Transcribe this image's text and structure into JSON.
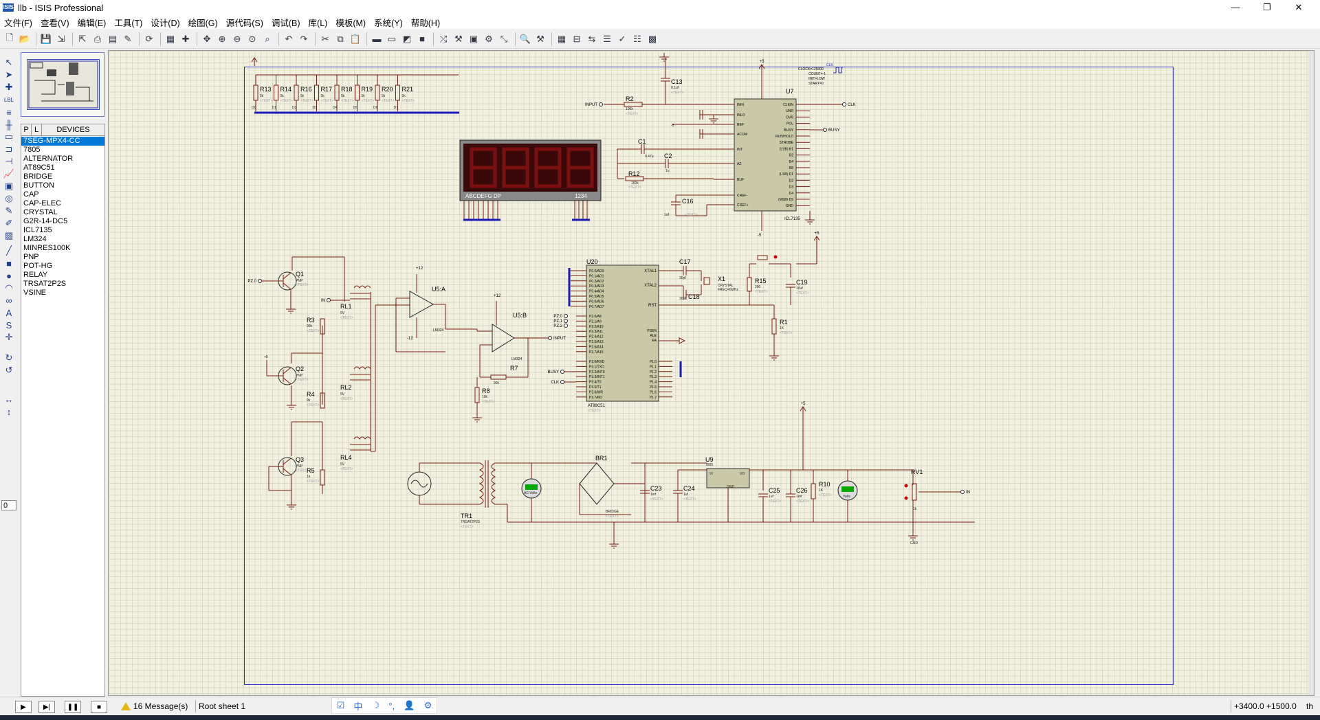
{
  "window": {
    "title": "llb - ISIS Professional",
    "app_badge": "ISIS",
    "controls": {
      "minimize": "—",
      "maximize": "❐",
      "close": "✕"
    }
  },
  "menu": [
    "文件(F)",
    "查看(V)",
    "编辑(E)",
    "工具(T)",
    "设计(D)",
    "绘图(G)",
    "源代码(S)",
    "调试(B)",
    "库(L)",
    "模板(M)",
    "系统(Y)",
    "帮助(H)"
  ],
  "toolbar_icons": [
    "new-icon",
    "open-icon",
    "save-icon",
    "import-icon",
    "export-icon",
    "print-icon",
    "print-area-icon",
    "plot-icon",
    "refresh-icon",
    "grid-icon",
    "origin-icon",
    "pan-icon",
    "zoom-in-icon",
    "zoom-out-icon",
    "zoom-all-icon",
    "zoom-area-icon",
    "undo-icon",
    "redo-icon",
    "cut-icon",
    "copy-icon",
    "paste-icon",
    "block-copy-icon",
    "block-move-icon",
    "block-rotate-icon",
    "block-delete-icon",
    "pick-icon",
    "make-device-icon",
    "package-icon",
    "decompose-icon",
    "wire-autorouter-icon",
    "search-icon",
    "property-tool-icon",
    "new-sheet-icon",
    "remove-sheet-icon",
    "goto-sheet-icon",
    "bom-icon",
    "erc-icon",
    "netlist-icon",
    "ares-icon"
  ],
  "left_tools": [
    "select-icon",
    "component-icon",
    "junction-icon",
    "wire-label-icon",
    "text-script-icon",
    "bus-icon",
    "subcircuit-icon",
    "terminal-icon",
    "pin-icon",
    "graph-icon",
    "tape-icon",
    "generator-icon",
    "voltage-probe-icon",
    "current-probe-icon",
    "virtual-instrument-icon",
    "line-icon",
    "box-icon",
    "circle-icon",
    "arc-icon",
    "path-icon",
    "text-icon",
    "symbol-icon",
    "marker-icon",
    "rotate-cw-icon",
    "rotate-ccw-icon",
    "mirror-x-icon",
    "mirror-y-icon"
  ],
  "rotation_value": "0",
  "device_panel": {
    "tab_p": "P",
    "tab_l": "L",
    "header": "DEVICES",
    "selected": "7SEG-MPX4-CC",
    "items": [
      "7SEG-MPX4-CC",
      "7805",
      "ALTERNATOR",
      "AT89C51",
      "BRIDGE",
      "BUTTON",
      "CAP",
      "CAP-ELEC",
      "CRYSTAL",
      "G2R-14-DC5",
      "ICL7135",
      "LM324",
      "MINRES100K",
      "PNP",
      "POT-HG",
      "RELAY",
      "TRSAT2P2S",
      "VSINE"
    ]
  },
  "schematic": {
    "labels": {
      "resistor_bank": [
        "R13",
        "R14",
        "R16",
        "R17",
        "R18",
        "R19",
        "R20",
        "R21"
      ],
      "resistor_bank_value": "5k",
      "display_segments": "ABCDEFG DP",
      "display_digits": "1234",
      "u7": "U7",
      "u7_part": "ICL7135",
      "u7_clock_props": [
        "CLOCK=125000",
        "COUNT=-1",
        "INIT=LOW",
        "START=0"
      ],
      "clk": "CLK",
      "busy": "BUSY",
      "input": "INPUT",
      "c13": "C13",
      "c13_val": "0.1uf",
      "r2": "R2",
      "r2_val": "100k",
      "c1": "C1",
      "c1_val": "0.47u",
      "c2": "C2",
      "c2_val": "1u",
      "r12": "R12",
      "r12_val": "100k",
      "c16": "C16",
      "c16_val": "1uf",
      "q1": "Q1",
      "q2": "Q2",
      "q3": "Q3",
      "pnp": "PNP",
      "r3": "R3",
      "r3_val": "90k",
      "r4": "R4",
      "r4_val": "9k",
      "r5": "R5",
      "r5_val": "1k",
      "rl1": "RL1",
      "rl2": "RL2",
      "rl4": "RL4",
      "relay_v": "5V",
      "u5a": "U5:A",
      "u5b": "U5:B",
      "lm324": "LM324",
      "r7": "R7",
      "r7_val": "90k",
      "r8": "R8",
      "r8_val": "10k",
      "u20": "U20",
      "u20_part": "AT89C51",
      "p0_pins": [
        "P0.0/AD0",
        "P0.1/AD1",
        "P0.2/AD2",
        "P0.3/AD3",
        "P0.4/AD4",
        "P0.5/AD5",
        "P0.6/AD6",
        "P0.7/AD7"
      ],
      "p2_pins": [
        "P2.0/A8",
        "P2.1/A9",
        "P2.2/A10",
        "P2.3/A11",
        "P2.4/A12",
        "P2.5/A13",
        "P2.6/A14",
        "P2.7/A15"
      ],
      "p3_pins": [
        "P3.0/RXD",
        "P3.1/TXD",
        "P3.2/INT0",
        "P3.3/INT1",
        "P3.4/T0",
        "P3.5/T1",
        "P3.6/WR",
        "P3.7/RD"
      ],
      "p1_pins": [
        "P1.0",
        "P1.1",
        "P1.2",
        "P1.3",
        "P1.4",
        "P1.5",
        "P1.6",
        "P1.7"
      ],
      "xtal1": "XTAL1",
      "xtal2": "XTAL2",
      "rst": "RST",
      "psen": "PSEN",
      "ale": "ALE",
      "ea": "EA",
      "c17": "C17",
      "c18": "C18",
      "c_xtal_val": "30pf",
      "x1": "X1",
      "crystal": "CRYSTAL",
      "freq": "FREQ=6MHz",
      "r15": "R15",
      "r15_val": "200",
      "c19": "C19",
      "c19_val": "10uf",
      "r1": "R1",
      "r1_val": "1K",
      "br1": "BR1",
      "bridge": "BRIDGE",
      "tr1": "TR1",
      "tr1_part": "TRSAT2P2S",
      "c23": "C23",
      "c23_val": "1mf",
      "c24": "C24",
      "c24_val": "1uf",
      "u9": "U9",
      "u9_part": "7805",
      "vi": "VI",
      "vo": "VO",
      "gnd_pin": "GND",
      "c25": "C25",
      "c25_val": "1uf",
      "c26": "C26",
      "c26_val": "1mf",
      "r10": "R10",
      "r10_val": "1K",
      "rv1": "RV1",
      "rv1_val": "1k",
      "ac_volts": "AC Volts",
      "volts": "Volts",
      "plus5": "+5",
      "minus5": "-5",
      "plus12": "+12",
      "minus12": "-12",
      "pz0": "PZ.0",
      "pz1": "PZ.1",
      "pz2": "PZ.2",
      "in": "IN",
      "gnd": "GND",
      "text_placeholder": "<TEXT>"
    }
  },
  "status": {
    "messages": "16 Message(s)",
    "sheet": "Root sheet 1",
    "coords": "+3400.0  +1500.0",
    "units": "th",
    "ime": [
      "☑",
      "中",
      "☽",
      "°,",
      "👤",
      "⚙"
    ]
  },
  "colors": {
    "wire": "#7a1a12",
    "bus": "#1a1ab8",
    "sheet_border": "#2b2bc8",
    "component_fill": "#c9c9a8",
    "display_bg": "#3a0a0a",
    "canvas": "#f2f1e0"
  }
}
